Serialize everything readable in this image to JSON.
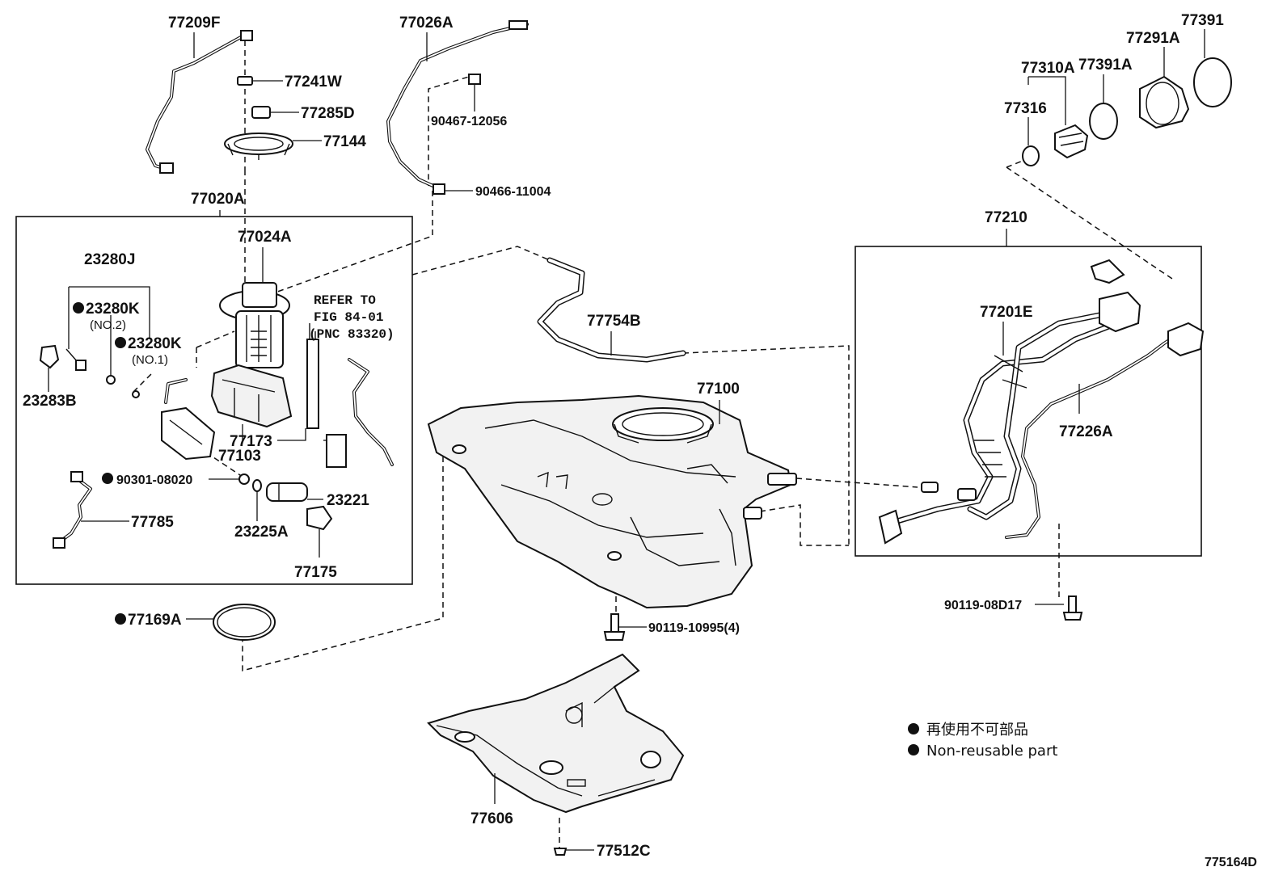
{
  "diagram_code": "775164D",
  "parts": {
    "p77209F": "77209F",
    "p77241W": "77241W",
    "p77285D": "77285D",
    "p77144": "77144",
    "p77026A": "77026A",
    "p90467_12056": "90467-12056",
    "p90466_11004": "90466-11004",
    "p77020A": "77020A",
    "p77024A": "77024A",
    "p23280J": "23280J",
    "p23280K_no2": "23280K",
    "no2": "(NO.2)",
    "p23280K_no1": "23280K",
    "no1": "(NO.1)",
    "p23283B": "23283B",
    "p77103": "77103",
    "p77173": "77173",
    "p90301_08020": "90301-08020",
    "p23221": "23221",
    "p77785": "77785",
    "p23225A": "23225A",
    "p77175": "77175",
    "p77169A": "77169A",
    "p77754B": "77754B",
    "p77100": "77100",
    "p90119_10995": "90119-10995(4)",
    "p77606": "77606",
    "p77512C": "77512C",
    "p77391": "77391",
    "p77291A": "77291A",
    "p77310A": "77310A",
    "p77391A": "77391A",
    "p77316": "77316",
    "p77210": "77210",
    "p77201E": "77201E",
    "p77226A": "77226A",
    "p90119_08D17": "90119-08D17"
  },
  "refer": {
    "line1": "REFER TO",
    "line2": "FIG 84-01",
    "line3": "(PNC 83320)"
  },
  "legend": {
    "jp": "再使用不可部品",
    "en": "Non-reusable part"
  }
}
